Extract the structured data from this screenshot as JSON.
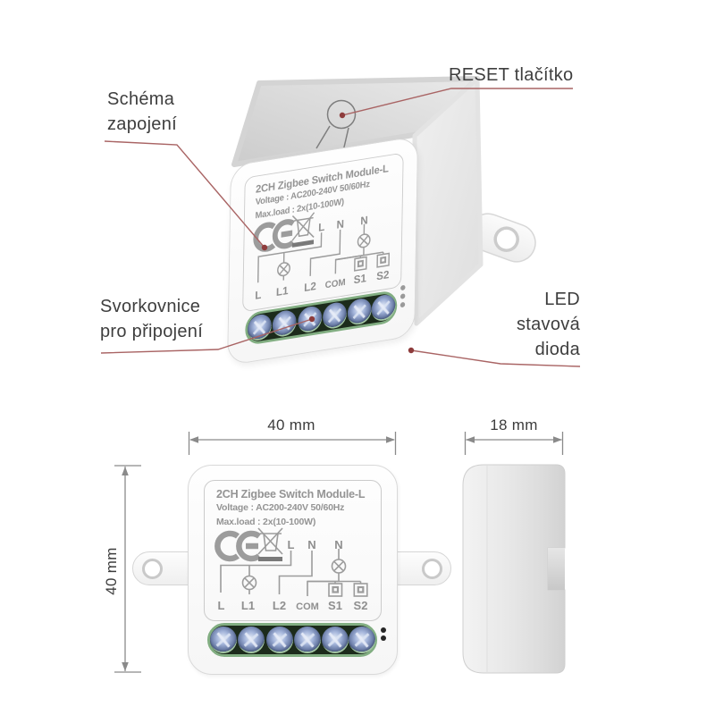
{
  "annotations": {
    "schema": {
      "line1": "Schéma",
      "line2": "zapojení"
    },
    "reset": {
      "label": "RESET tlačítko"
    },
    "terminal": {
      "line1": "Svorkovnice",
      "line2": "pro připojení"
    },
    "led": {
      "line1": "LED",
      "line2": "stavová",
      "line3": "dioda"
    }
  },
  "dimensions": {
    "front_width": "40 mm",
    "front_height": "40 mm",
    "side_depth": "18 mm"
  },
  "module": {
    "title": "2CH Zigbee Switch Module-L",
    "voltage": "Voltage : AC200-240V 50/60Hz",
    "max_load": "Max.load : 2x(10-100W)",
    "ce_mark": "CE",
    "terminals_top": [
      "L",
      "N",
      "N"
    ],
    "terminals_bottom": [
      "L",
      "L1",
      "L2",
      "COM",
      "S1",
      "S2"
    ]
  },
  "colors": {
    "leader_line": "#a96464",
    "leader_dot": "#8e3c3c",
    "terminal_green": "#82ae82",
    "screw_blue": "#8ea2cc",
    "label_text": "#3e3e3e",
    "module_text": "#949494"
  }
}
